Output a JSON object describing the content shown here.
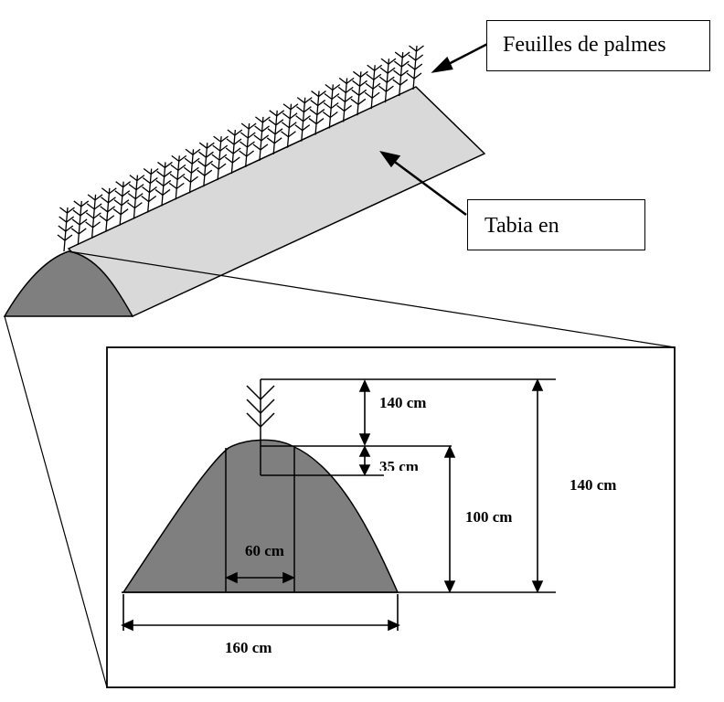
{
  "labels": {
    "palm_leaves": "Feuilles de palmes",
    "tabia": "Tabia en"
  },
  "dimensions": {
    "leaf_height": "140 cm",
    "top_offset": "35 cm",
    "mound_height": "100 cm",
    "total_height": "140 cm",
    "top_width": "60 cm",
    "base_width": "160 cm"
  },
  "colors": {
    "mound": "#7f7f7f",
    "slope_face": "#d9d9d9",
    "stroke": "#000000"
  }
}
